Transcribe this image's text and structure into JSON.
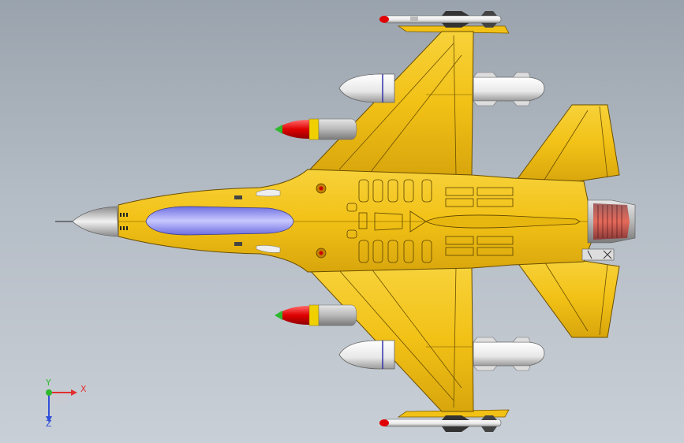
{
  "triad": {
    "x_label": "X",
    "y_label": "Y",
    "z_label": "Z"
  },
  "colors": {
    "background_top": "#9aa3ad",
    "background_bottom": "#c9cfd6",
    "body_yellow": "#f2c116",
    "body_shadow": "#c99a0a",
    "canopy": "#8c8cf0",
    "missile_red": "#e00000",
    "missile_green": "#2fb82f",
    "nozzle_red": "#d84a3a",
    "x_axis": "#e03030",
    "y_axis": "#2fb82f",
    "z_axis": "#3050d8"
  },
  "icons": {
    "triad": "coordinate-triad-icon",
    "aircraft": "aircraft-model-icon"
  }
}
